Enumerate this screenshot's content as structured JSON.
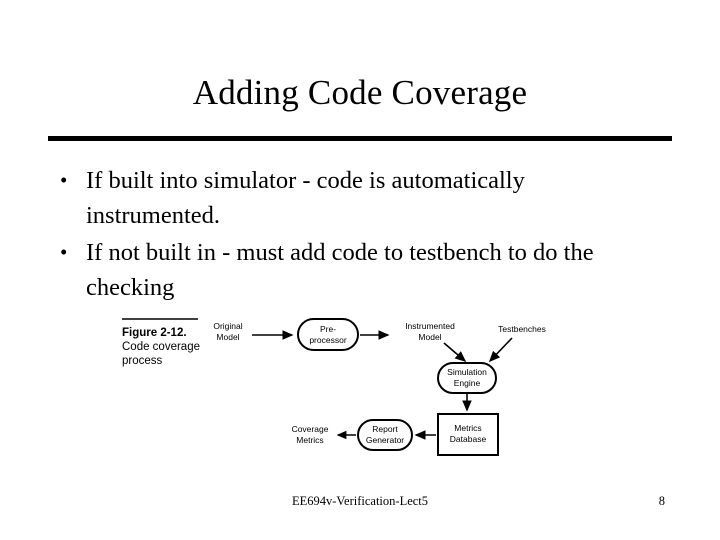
{
  "slide": {
    "title": "Adding Code Coverage",
    "bullets": [
      {
        "marker": "•",
        "text": "If built into simulator - code is automatically instrumented."
      },
      {
        "marker": "•",
        "text": "If not built in - must add code to testbench to do the checking"
      }
    ]
  },
  "figure": {
    "caption_line1": "Figure 2-12.",
    "caption_line2": "Code coverage",
    "caption_line3": "process",
    "nodes": {
      "original_model": "Original Model",
      "original_model_l1": "Original",
      "original_model_l2": "Model",
      "preprocessor": "Pre-processor",
      "preprocessor_l1": "Pre-",
      "preprocessor_l2": "processor",
      "instrumented_model": "Instrumented Model",
      "instrumented_model_l1": "Instrumented",
      "instrumented_model_l2": "Model",
      "testbenches": "Testbenches",
      "simulation_engine": "Simulation Engine",
      "simulation_engine_l1": "Simulation",
      "simulation_engine_l2": "Engine",
      "metrics_database": "Metrics Database",
      "metrics_database_l1": "Metrics",
      "metrics_database_l2": "Database",
      "report_generator": "Report Generator",
      "report_generator_l1": "Report",
      "report_generator_l2": "Generator",
      "coverage_metrics": "Coverage Metrics",
      "coverage_metrics_l1": "Coverage",
      "coverage_metrics_l2": "Metrics"
    }
  },
  "footer": {
    "course": "EE694v-Verification-Lect5",
    "page_number": "8"
  },
  "colors": {
    "background": "#ffffff",
    "text": "#000000",
    "rule": "#000000"
  }
}
